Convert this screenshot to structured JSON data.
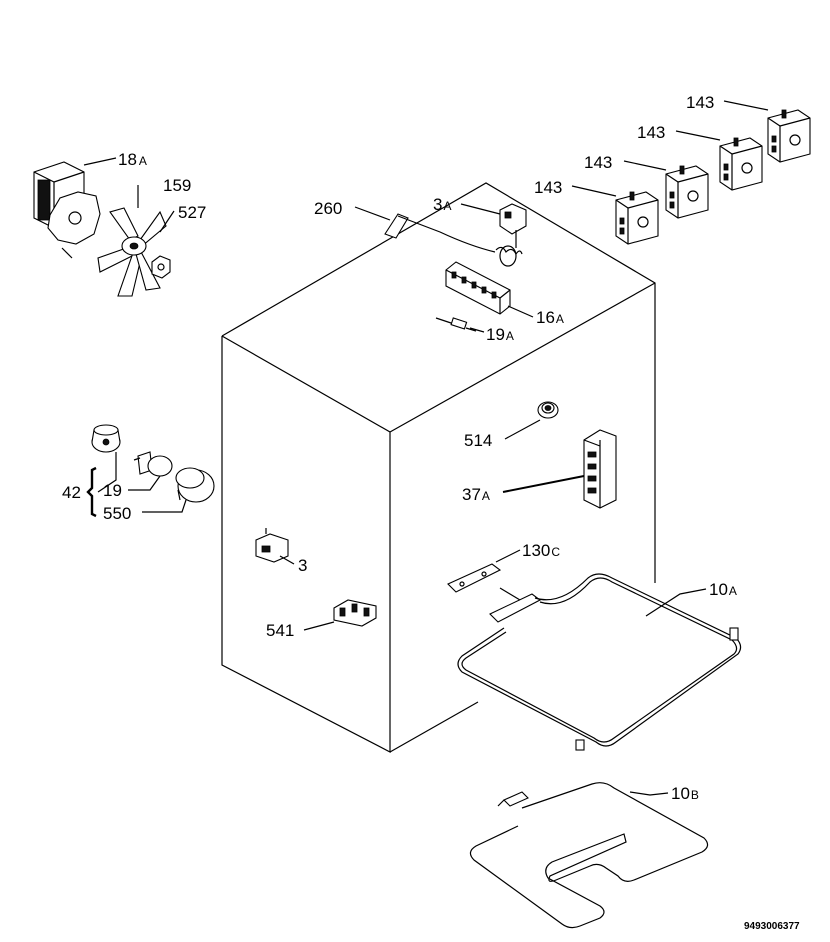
{
  "callouts": [
    {
      "main": "143",
      "sub": ""
    },
    {
      "main": "143",
      "sub": ""
    },
    {
      "main": "143",
      "sub": ""
    },
    {
      "main": "143",
      "sub": ""
    },
    {
      "main": "18",
      "sub": "A"
    },
    {
      "main": "159",
      "sub": ""
    },
    {
      "main": "527",
      "sub": ""
    },
    {
      "main": "260",
      "sub": ""
    },
    {
      "main": "3",
      "sub": "A"
    },
    {
      "main": "16",
      "sub": "A"
    },
    {
      "main": "19",
      "sub": "A"
    },
    {
      "main": "514",
      "sub": ""
    },
    {
      "main": "37",
      "sub": "A"
    },
    {
      "main": "42",
      "sub": ""
    },
    {
      "main": "19",
      "sub": ""
    },
    {
      "main": "550",
      "sub": ""
    },
    {
      "main": "3",
      "sub": ""
    },
    {
      "main": "130",
      "sub": "C"
    },
    {
      "main": "10",
      "sub": "A"
    },
    {
      "main": "541",
      "sub": ""
    },
    {
      "main": "10",
      "sub": "B"
    }
  ],
  "drawing_code": "9493006377"
}
